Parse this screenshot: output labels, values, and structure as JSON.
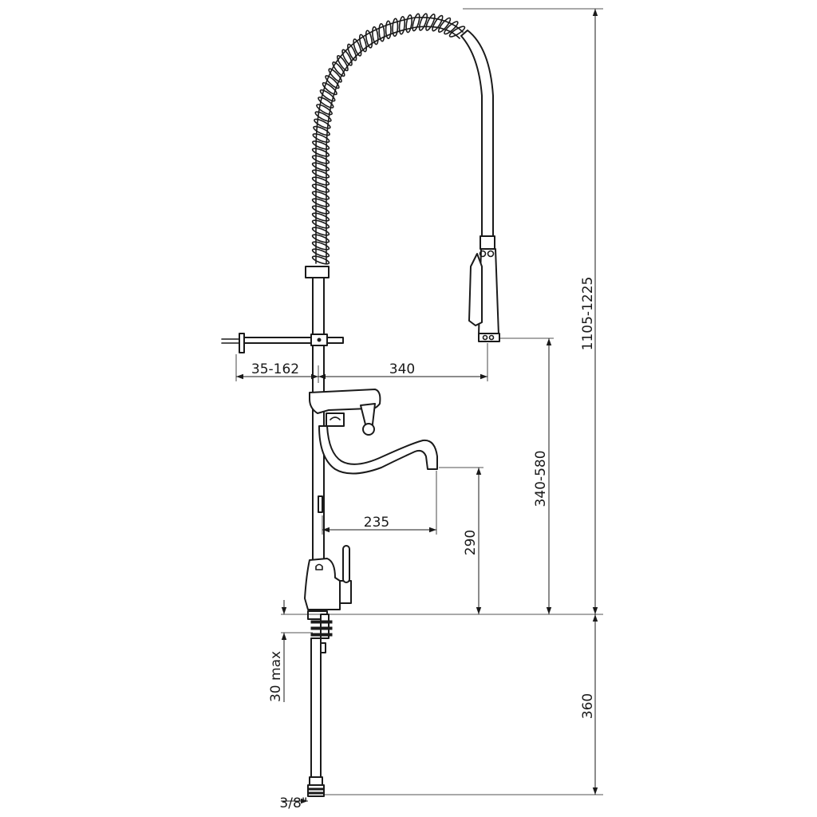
{
  "dimensions": {
    "total_height": "1105-1225",
    "hand_shower_height": "340-580",
    "spout_height": "290",
    "under_counter": "360",
    "wall_bracket_reach": "35-162",
    "shower_offset": "340",
    "spout_reach": "235",
    "counter_thickness": "30 max",
    "connection": "3/8\""
  },
  "colors": {
    "line": "#1a1a1a",
    "background": "#ffffff"
  }
}
